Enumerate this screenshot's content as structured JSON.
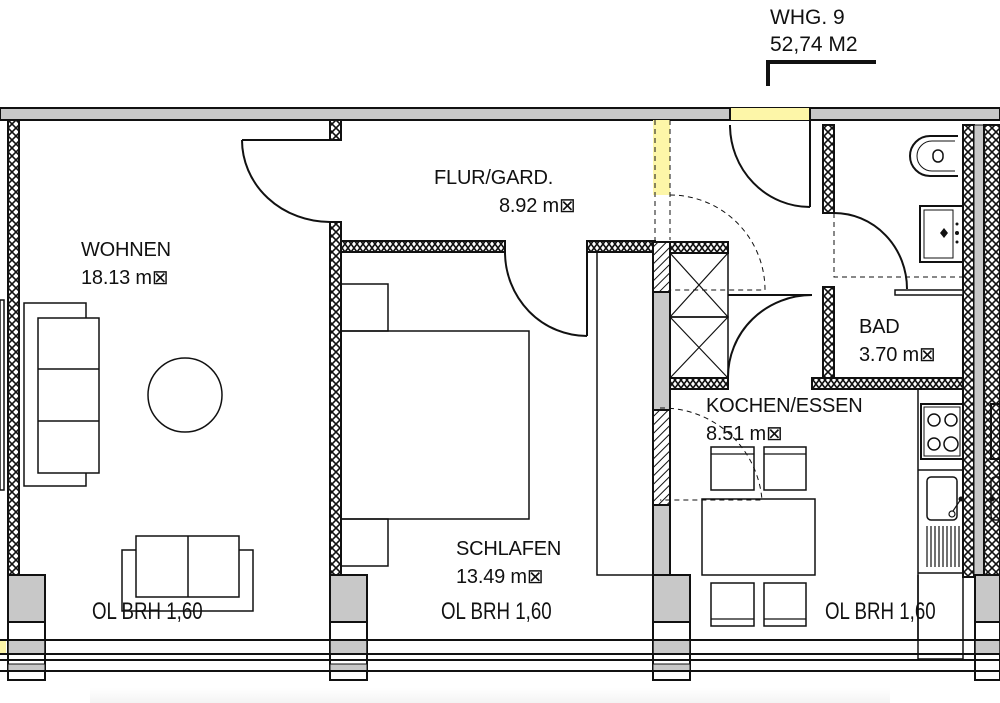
{
  "unit": {
    "name": "WHG. 9",
    "area": "52,74 M2"
  },
  "rooms": [
    {
      "name": "WOHNEN",
      "area": "18.13 m⊠"
    },
    {
      "name": "FLUR/GARD.",
      "area": "8.92 m⊠"
    },
    {
      "name": "SCHLAFEN",
      "area": "13.49 m⊠"
    },
    {
      "name": "BAD",
      "area": "3.70 m⊠"
    },
    {
      "name": "KOCHEN/ESSEN",
      "area": "8.51 m⊠"
    }
  ],
  "windows": [
    {
      "label": "OL BRH 1,60"
    },
    {
      "label": "OL BRH 1,60"
    },
    {
      "label": "OL BRH 1,60"
    }
  ],
  "colors": {
    "wall_fill": "#c8c8c8",
    "line": "#111111",
    "highlight": "#fdf6a8"
  }
}
